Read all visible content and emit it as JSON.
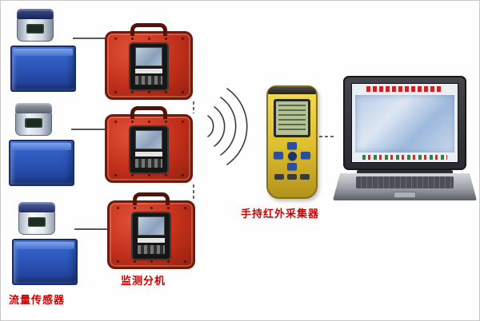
{
  "labels": {
    "flow_sensor": "流量传感器",
    "monitor_unit": "监测分机",
    "handheld_collector": "手持红外采集器"
  },
  "colors": {
    "label_text": "#d10000",
    "case_red": "#c22f1a",
    "tank_blue": "#2a52b4",
    "handheld_yellow": "#ddbe2e",
    "lcd_green": "#b4c296",
    "laptop_screen": "#e9eff7"
  },
  "counts": {
    "flow_sensors": 3,
    "monitor_units": 3
  }
}
